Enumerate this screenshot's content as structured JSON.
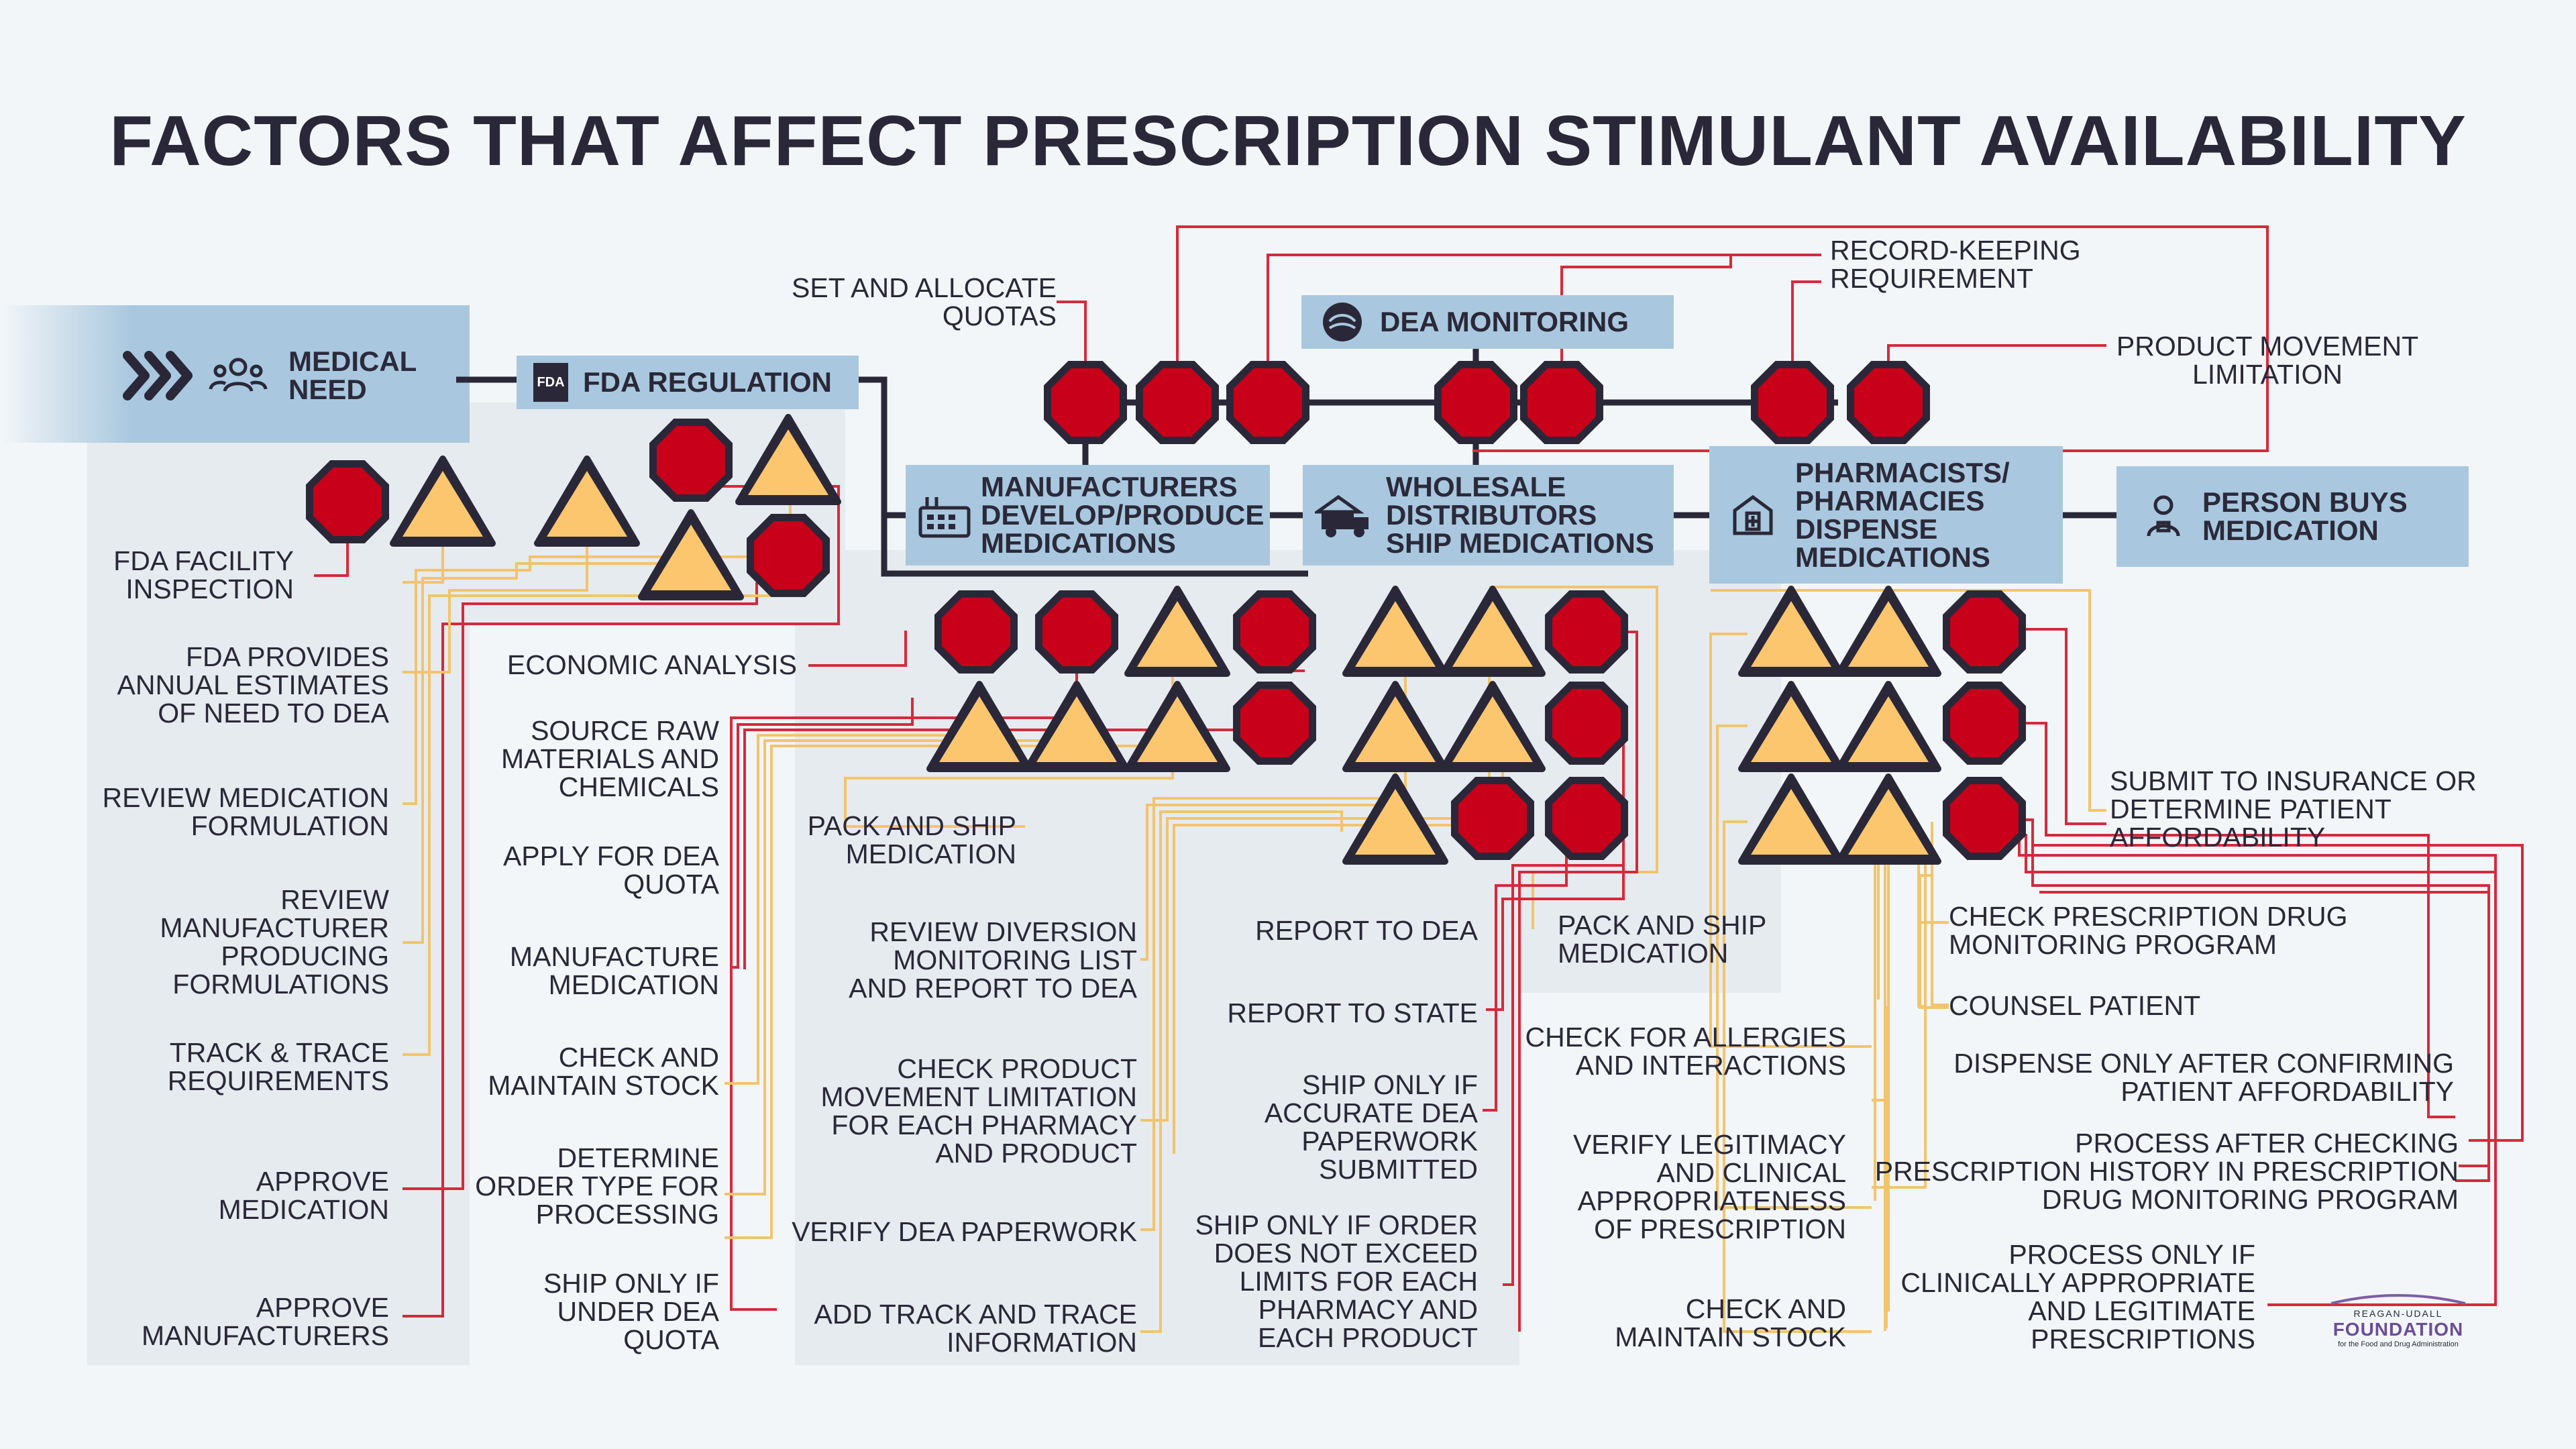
{
  "title": "FACTORS THAT AFFECT PRESCRIPTION STIMULANT AVAILABILITY",
  "colors": {
    "octagon_fill": "#c8001a",
    "triangle_fill": "#fbc66e",
    "box": "#a9c8df",
    "line_red": "#d6293b",
    "line_yellow": "#f2c46c",
    "dark": "#2a2838"
  },
  "stages": {
    "medical_need": {
      "line1": "MEDICAL",
      "line2": "NEED",
      "icon": "people-icon"
    },
    "fda_regulation": {
      "label": "FDA REGULATION",
      "icon": "fda-logo-icon",
      "logo_text": "FDA"
    },
    "dea_monitoring": {
      "label": "DEA MONITORING",
      "icon": "dea-seal-icon"
    },
    "manufacturers": {
      "line1": "MANUFACTURERS",
      "line2": "DEVELOP/PRODUCE",
      "line3": "MEDICATIONS",
      "icon": "factory-icon"
    },
    "wholesale": {
      "line1": "WHOLESALE",
      "line2": "DISTRIBUTORS",
      "line3": "SHIP MEDICATIONS",
      "icon": "truck-icon"
    },
    "pharmacists": {
      "line1": "PHARMACISTS/",
      "line2": "PHARMACIES",
      "line3": "DISPENSE",
      "line4": "MEDICATIONS",
      "icon": "pharmacy-icon"
    },
    "person": {
      "line1": "PERSON BUYS",
      "line2": "MEDICATION",
      "icon": "person-icon"
    }
  },
  "dea_labels": {
    "set_quotas": [
      "SET AND ALLOCATE",
      "QUOTAS"
    ],
    "record_keeping": [
      "RECORD-KEEPING",
      "REQUIREMENT"
    ],
    "product_movement": [
      "PRODUCT MOVEMENT",
      "LIMITATION"
    ]
  },
  "fda_labels": {
    "facility": [
      "FDA FACILITY",
      "INSPECTION"
    ],
    "estimates": [
      "FDA PROVIDES",
      "ANNUAL ESTIMATES",
      "OF NEED TO DEA"
    ],
    "formulation": [
      "REVIEW MEDICATION",
      "FORMULATION"
    ],
    "review_manufacturer": [
      "REVIEW",
      "MANUFACTURER",
      "PRODUCING",
      "FORMULATIONS"
    ],
    "track_trace": [
      "TRACK & TRACE",
      "REQUIREMENTS"
    ],
    "approve_medication": [
      "APPROVE",
      "MEDICATION"
    ],
    "approve_manufacturers": [
      "APPROVE",
      "MANUFACTURERS"
    ]
  },
  "manufacturer_labels": {
    "economic": [
      "ECONOMIC ANALYSIS"
    ],
    "source_raw": [
      "SOURCE RAW",
      "MATERIALS AND",
      "CHEMICALS"
    ],
    "apply_quota": [
      "APPLY FOR DEA",
      "QUOTA"
    ],
    "manufacture": [
      "MANUFACTURE",
      "MEDICATION"
    ],
    "check_stock": [
      "CHECK AND",
      "MAINTAIN STOCK"
    ],
    "order_type": [
      "DETERMINE",
      "ORDER TYPE FOR",
      "PROCESSING"
    ],
    "ship_quota": [
      "SHIP ONLY IF",
      "UNDER DEA",
      "QUOTA"
    ],
    "pack_ship": [
      "PACK AND SHIP",
      "MEDICATION"
    ]
  },
  "wholesale_labels": {
    "diversion": [
      "REVIEW DIVERSION",
      "MONITORING LIST",
      "AND REPORT TO DEA"
    ],
    "movement": [
      "CHECK PRODUCT",
      "MOVEMENT LIMITATION",
      "FOR EACH PHARMACY",
      "AND PRODUCT"
    ],
    "verify_paperwork": [
      "VERIFY DEA PAPERWORK"
    ],
    "track_trace": [
      "ADD TRACK AND TRACE",
      "INFORMATION"
    ],
    "report_dea": [
      "REPORT TO DEA"
    ],
    "report_state": [
      "REPORT TO STATE"
    ],
    "ship_accurate": [
      "SHIP ONLY IF",
      "ACCURATE DEA",
      "PAPERWORK",
      "SUBMITTED"
    ],
    "ship_limits": [
      "SHIP ONLY IF ORDER",
      "DOES NOT EXCEED",
      "LIMITS FOR EACH",
      "PHARMACY AND",
      "EACH PRODUCT"
    ],
    "pack_ship": [
      "PACK AND SHIP",
      "MEDICATION"
    ]
  },
  "pharmacy_labels": {
    "allergies": [
      "CHECK FOR ALLERGIES",
      "AND INTERACTIONS"
    ],
    "legitimacy": [
      "VERIFY LEGITIMACY",
      "AND CLINICAL",
      "APPROPRIATENESS",
      "OF PRESCRIPTION"
    ],
    "stock": [
      "CHECK AND",
      "MAINTAIN STOCK"
    ],
    "insurance": [
      "SUBMIT TO INSURANCE OR",
      "DETERMINE PATIENT",
      "AFFORDABILITY"
    ],
    "pdmp": [
      "CHECK PRESCRIPTION DRUG",
      "MONITORING PROGRAM"
    ],
    "counsel": [
      "COUNSEL PATIENT"
    ],
    "dispense": [
      "DISPENSE ONLY AFTER CONFIRMING",
      "PATIENT AFFORDABILITY"
    ],
    "process_history": [
      "PROCESS AFTER CHECKING",
      "PRESCRIPTION HISTORY IN PRESCRIPTION",
      "DRUG MONITORING PROGRAM"
    ],
    "process_clinical": [
      "PROCESS ONLY IF",
      "CLINICALLY APPROPRIATE",
      "AND LEGITIMATE",
      "PRESCRIPTIONS"
    ]
  },
  "logo": {
    "top": "REAGAN-UDALL",
    "main": "FOUNDATION",
    "sub": "for the Food and Drug Administration"
  }
}
